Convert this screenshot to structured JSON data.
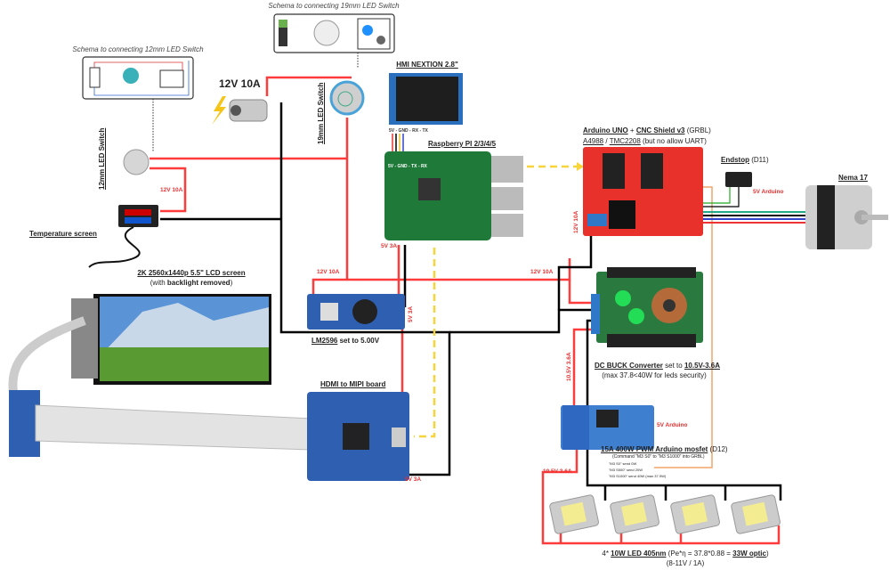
{
  "labels": {
    "schema19": "Schema to connecting 19mm LED Switch",
    "schema12": "Schema to connecting 12mm LED Switch",
    "power_in": "12V 10A",
    "switch19": "19mm LED Switch",
    "switch12": "12mm LED Switch",
    "temp_screen": "Temperature screen",
    "hmi": "HMI NEXTION 2.8\"",
    "hmi_pins": "5V - GND - RX - TX",
    "rpi": "Raspberry PI 2/3/4/5",
    "rpi_pins": "5V - GND - TX - RX",
    "arduino_a": "Arduino UNO",
    "arduino_plus": "+",
    "arduino_b": "CNC Shield v3",
    "arduino_c": "(GRBL)",
    "driver_a": "A4988",
    "driver_sep": "/",
    "driver_b": "TMC2208",
    "driver_c": "(but no allow UART)",
    "endstop": "Endstop",
    "endstop_pin": "(D11)",
    "endstop_power": "5V Arduino",
    "nema": "Nema 17",
    "lcd_a": "2K 2560x1440p 5.5\" LCD screen",
    "lcd_b1": "(with ",
    "lcd_b2": "backlight removed",
    "lcd_b3": ")",
    "lm_a": "LM2596",
    "lm_b": "set to 5.00V",
    "hdmi_mipi": "HDMI to MIPI board",
    "buck_a": "DC BUCK Converter",
    "buck_b": "set to",
    "buck_c": "10.5V-3.6A",
    "buck_d": "(max 37.8<40W for leds security)",
    "mosfet_a": "15A 400W PWM Arduino mosfet",
    "mosfet_b": "(D12)",
    "mosfet_cmd": "(Command \"M3 S0\" to \"M3 S1000\" into GRBL)",
    "mosfet_l1": "\"M3 S0\" send 0W",
    "mosfet_l2": "\"M3 S500\" send 20W",
    "mosfet_l3": "\"M3 S1000\" send 40W (max 37.9W)",
    "mosfet_power": "5V Arduino",
    "led_a": "4*",
    "led_b": "10W LED 405nm",
    "led_c": "(Pe*η = 37.8*0.88 =",
    "led_d": "33W optic",
    "led_e": ")",
    "led_f": "(8-11V / 1A)",
    "w_12v_a": "12V 10A",
    "w_12v_b": "12V 10A",
    "w_12v_c": "12V 10A",
    "w_12v_d": "12V 10A",
    "w_5v_a": "5V 3A",
    "w_5v_b": "5V 3A",
    "w_5v_c": "5V 3A",
    "w_105_a": "10.5V 3.6A",
    "w_105_b": "10.5V 3.6A"
  },
  "colors": {
    "positive": "#ff3b3b",
    "ground": "#000000",
    "data": "#f7d43a",
    "signal": "#f4a46a",
    "pcb_red": "#e8312b",
    "pcb_green": "#1f7a3a",
    "pcb_blue": "#2f5fb0"
  }
}
